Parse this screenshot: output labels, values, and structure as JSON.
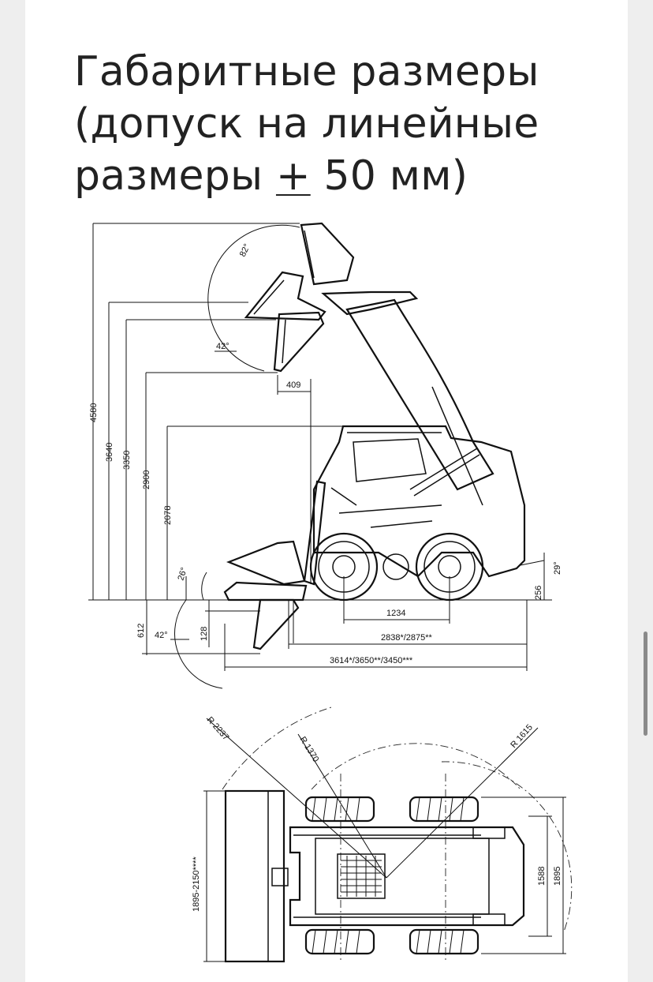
{
  "title": {
    "line1": "Габаритные размеры",
    "line2": "(допуск на линейные",
    "line3_pre": "размеры ",
    "line3_pm": "+",
    "line3_post": " 50 мм)"
  },
  "side_view": {
    "heights": [
      "4580",
      "3640",
      "3350",
      "2900",
      "2078"
    ],
    "reach": "409",
    "angles": [
      "82°",
      "42°",
      "26°",
      "42°",
      "29°"
    ],
    "below_ground": [
      "612",
      "128"
    ],
    "wheelbase": "1234",
    "clearance": "256",
    "length_no_bucket": "2838*/2875**",
    "length_total": "3614*/3650**/3450***"
  },
  "top_view": {
    "radii": [
      "R 2237",
      "R 1370",
      "R 1615"
    ],
    "width_bucket": "1895-2150****",
    "track": "1588",
    "width": "1895"
  }
}
